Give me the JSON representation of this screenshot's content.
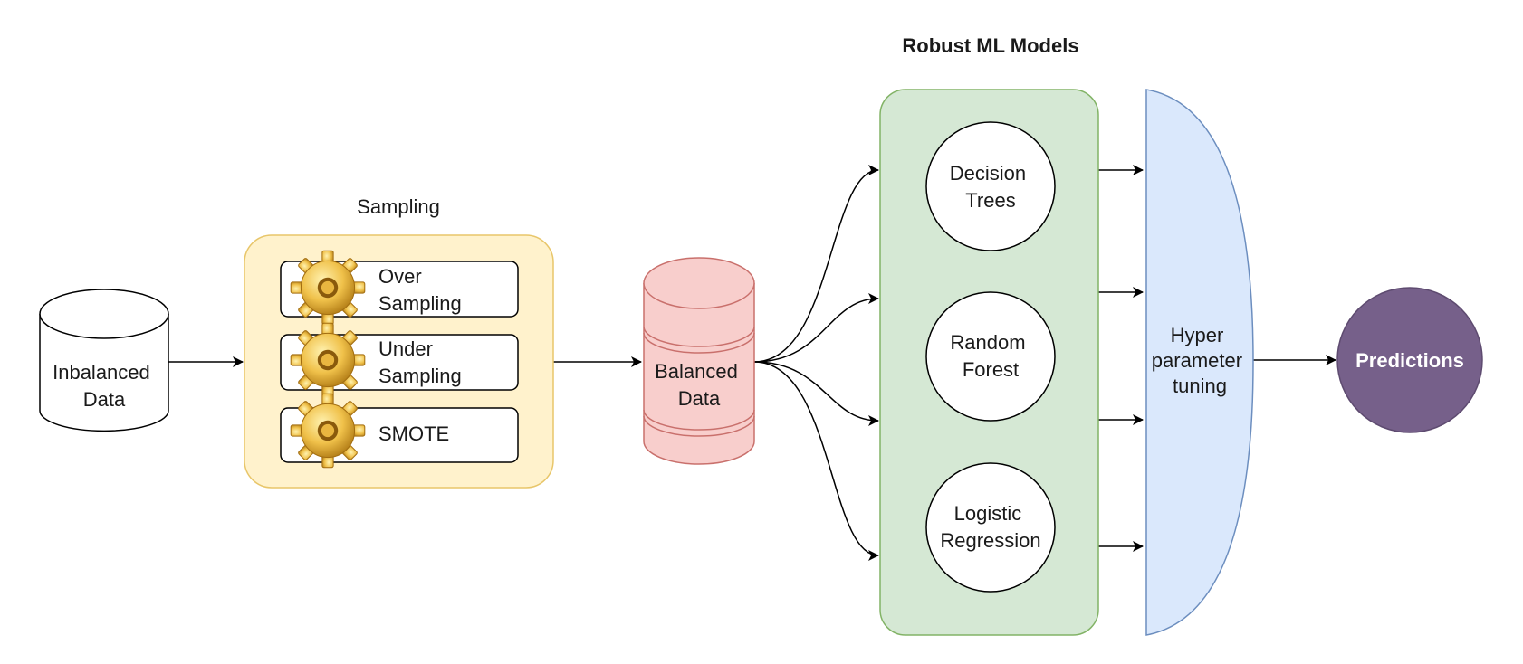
{
  "colors": {
    "sampling_fill": "#fff2cc",
    "sampling_stroke": "#e8c66a",
    "balanced_fill": "#f8cecc",
    "balanced_stroke": "#c9706c",
    "models_fill": "#d5e8d4",
    "models_stroke": "#82b366",
    "tuning_fill": "#dae8fc",
    "tuning_stroke": "#6c8ebf",
    "predictions_fill": "#76608a",
    "predictions_text": "#ffffff"
  },
  "nodes": {
    "imbalanced": {
      "line1": "Inbalanced",
      "line2": "Data"
    },
    "sampling": {
      "title": "Sampling",
      "methods": [
        {
          "line1": "Over",
          "line2": "Sampling",
          "icon": "gear-icon"
        },
        {
          "line1": "Under",
          "line2": "Sampling",
          "icon": "gear-icon"
        },
        {
          "line1": "SMOTE",
          "line2": "",
          "icon": "gear-icon"
        }
      ]
    },
    "balanced": {
      "line1": "Balanced",
      "line2": "Data"
    },
    "models": {
      "title": "Robust ML Models",
      "items": [
        {
          "line1": "Decision",
          "line2": "Trees"
        },
        {
          "line1": "Random",
          "line2": "Forest"
        },
        {
          "line1": "Logistic",
          "line2": "Regression"
        }
      ]
    },
    "tuning": {
      "line1": "Hyper",
      "line2": "parameter",
      "line3": "tuning"
    },
    "predictions": {
      "label": "Predictions"
    }
  }
}
